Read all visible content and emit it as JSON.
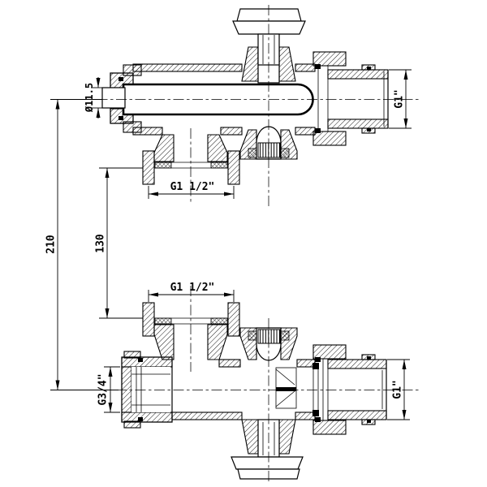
{
  "colors": {
    "line": "#000000",
    "background": "#ffffff"
  },
  "dimension_labels": {
    "spindle_diameter": "Ø11.5",
    "overall_length": "210",
    "flange_face_spacing": "130",
    "top_view": {
      "flange_thread": "G1 1/2\"",
      "outlet_thread": "G1\""
    },
    "bottom_view": {
      "flange_thread": "G1 1/2\"",
      "inlet_thread": "G3/4\"",
      "outlet_thread": "G1\""
    }
  }
}
